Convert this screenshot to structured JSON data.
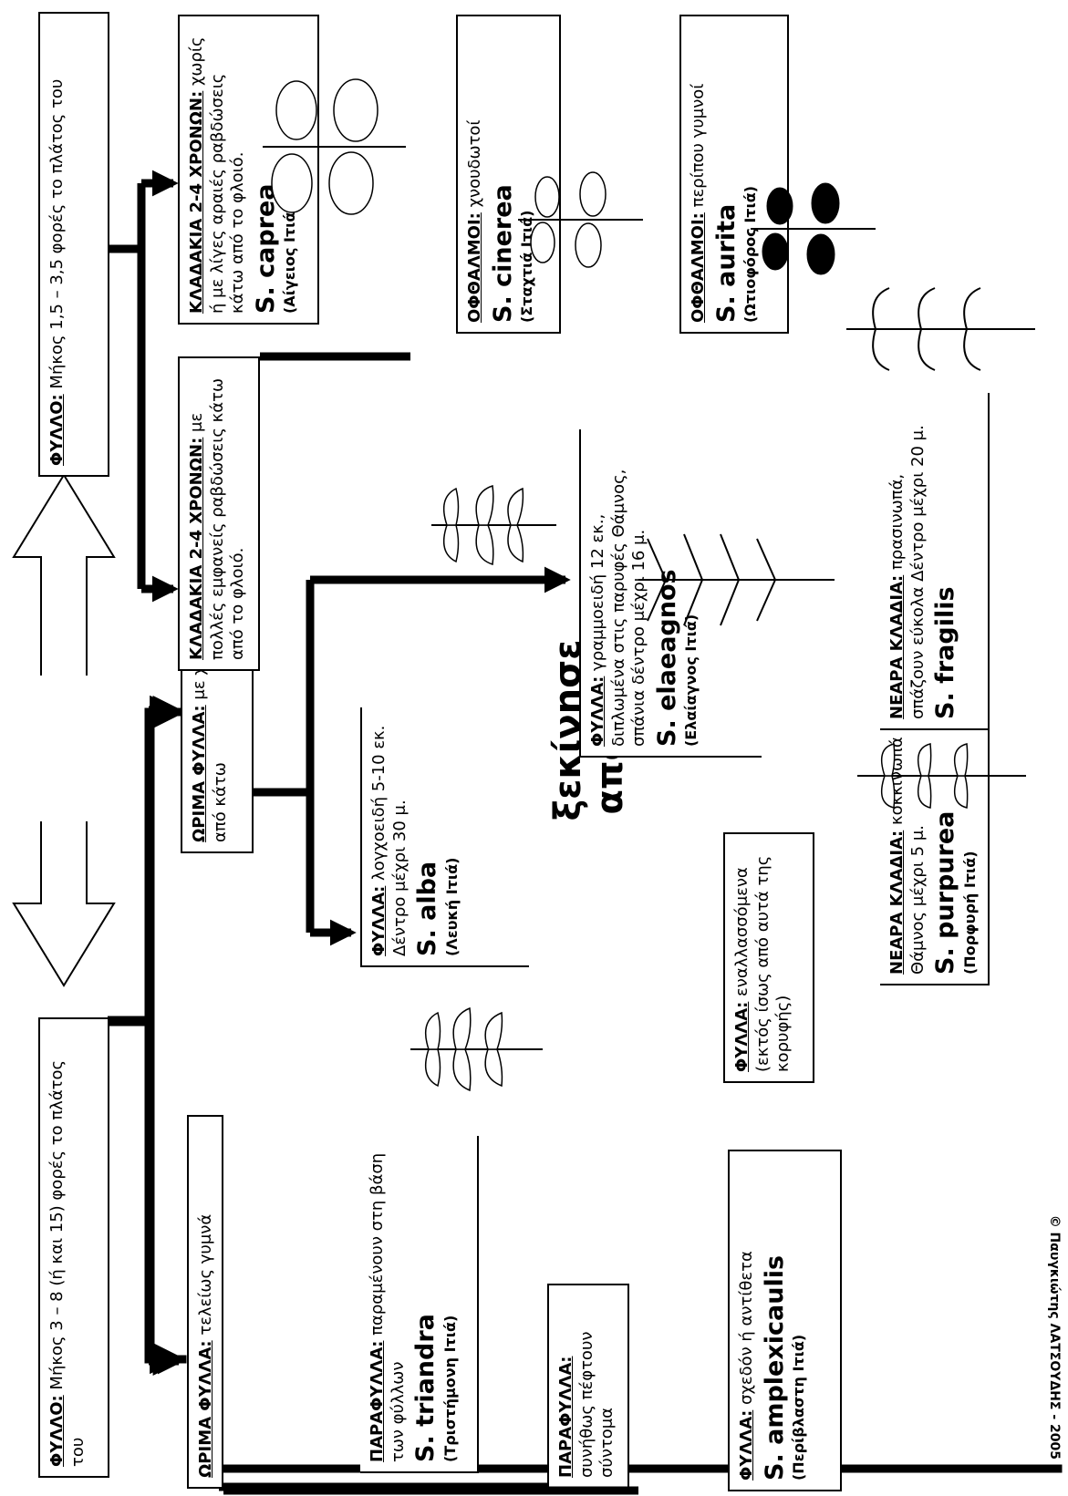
{
  "start": {
    "line1": "ξεκίνησε",
    "line2": "από εδώ"
  },
  "n_leaf_long": {
    "head": "ΦΥΛΛΟ:",
    "text": " Μήκος 3 – 8 (ή και 15) φορές το πλάτος του"
  },
  "n_leaf_short": {
    "head": "ΦΥΛΛΟ:",
    "text": " Μήκος 1,5 – 3,5 φορές το πλάτος του"
  },
  "n_mature_glabrous": {
    "head": "ΩΡΙΜΑ ΦΥΛΛΑ:",
    "text": " τελείως γυμνά"
  },
  "n_mature_hairy": {
    "head": "ΩΡΙΜΑ ΦΥΛΛΑ:",
    "text": " με χνούδι (τουλάχιστον) από κάτω"
  },
  "n_stipules_persist": {
    "head": "ΠΑΡΑΦΥΛΛΑ:",
    "text": " παραμένουν στη βάση των φύλλων"
  },
  "n_stipules_fall": {
    "head": "ΠΑΡΑΦΥΛΛΑ:",
    "text": " συνήθως πέφτουν σύντομα"
  },
  "n_leaves_opposite": {
    "head": "ΦΥΛΛΑ:",
    "text": " σχεδόν ή αντίθετα"
  },
  "n_leaves_alternate": {
    "head": "ΦΥΛΛΑ:",
    "text": " εναλλασσόμενα (εκτός ίσως από αυτά της κορυφής)"
  },
  "n_leaves_lanceolate": {
    "head": "ΦΥΛΛΑ:",
    "text": " λογχοειδή 5-10 εκ. Δέντρο μέχρι 30 μ."
  },
  "n_leaves_linear": {
    "head": "ΦΥΛΛΑ:",
    "text": " γραμμοειδή 12 εκ., διπλωμένα στις παρυφές Θάμνος, σπάνια δέντρο μέχρι 16 μ."
  },
  "n_twigs_red": {
    "head": "ΝΕΑΡΑ ΚΛΑΔΙΑ:",
    "text": " κοκκινωπά Θάμνος μέχρι 5 μ."
  },
  "n_twigs_green": {
    "head": "ΝΕΑΡΑ ΚΛΑΔΙΑ:",
    "text": " πρασινωπά, σπάζουν εύκολα Δέντρο μέχρι 20 μ."
  },
  "n_branch_few": {
    "head": "ΚΛΑΔΑΚΙΑ 2-4 ΧΡΟΝΩΝ:",
    "text": " χωρίς ή με λίγες αραιές ραβδώσεις κάτω από το φλοιό."
  },
  "n_branch_many": {
    "head": "ΚΛΑΔΑΚΙΑ 2-4 ΧΡΟΝΩΝ:",
    "text": " με πολλές εμφανείς ραβδώσεις κάτω από το φλοιό."
  },
  "n_buds_hairy": {
    "head": "ΟΦΘΑΛΜΟΙ:",
    "text": " χνουδωτοί"
  },
  "n_buds_glabrous": {
    "head": "ΟΦΘΑΛΜΟΙ:",
    "text": " περίπου γυμνοί"
  },
  "species": {
    "triandra": {
      "latin": "S. triandra",
      "common": "(Τριστήμονη Ιτιά)"
    },
    "amplexicaulis": {
      "latin": "S. amplexicaulis",
      "common": "(Περίβλαστη Ιτιά)"
    },
    "alba": {
      "latin": "S. alba",
      "common": "(Λευκή Ιτιά)"
    },
    "elaeagnos": {
      "latin": "S. elaeagnos",
      "common": "(Ελαίαγνος Ιτιά)"
    },
    "purpurea": {
      "latin": "S. purpurea",
      "common": "(Πορφυρή Ιτιά)"
    },
    "fragilis": {
      "latin": "S. fragilis",
      "common": ""
    },
    "caprea": {
      "latin": "S. caprea",
      "common": "(Αίγειος Ιτιά)"
    },
    "cinerea": {
      "latin": "S. cinerea",
      "common": "(Σταχτιά Ιτιά)"
    },
    "aurita": {
      "latin": "S. aurita",
      "common": "(Ωτιοφόρος Ιτιά)"
    }
  },
  "copyright": "© Παυγκιώτης ΛΑΤΣΟΥΔΗΣ - 2005",
  "icons": [
    "leaf-sprig-icon",
    "double-arrow-icon",
    "flow-arrow-icon"
  ]
}
